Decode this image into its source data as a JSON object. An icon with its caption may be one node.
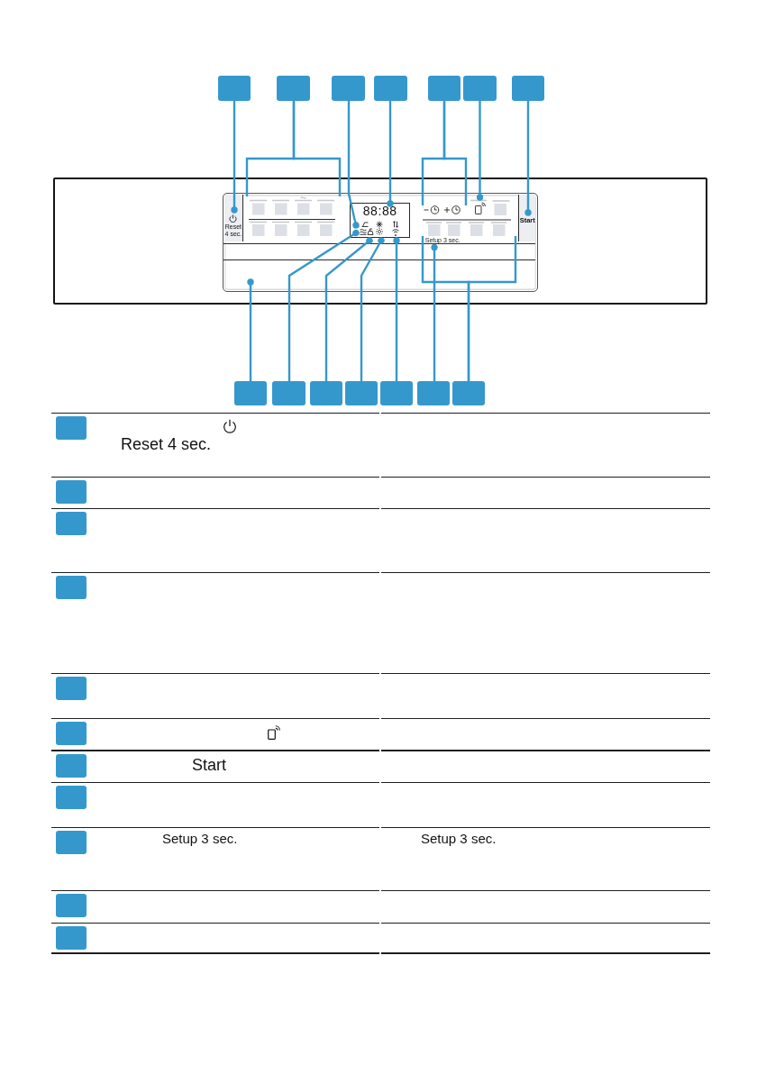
{
  "diagram": {
    "nodes": [
      {
        "text": [],
        "shape": "box"
      },
      {
        "text": [],
        "shape": "box"
      },
      {
        "text": [],
        "shape": "box"
      },
      {
        "text": [],
        "shape": "box"
      },
      {
        "text": [],
        "shape": "box"
      },
      {
        "text": [],
        "shape": "box"
      },
      {
        "text": [],
        "shape": "box"
      },
      {
        "text": [],
        "shape": "box"
      },
      {
        "text": [],
        "shape": "box"
      },
      {
        "text": [],
        "shape": "box"
      },
      {
        "text": [],
        "shape": "box"
      },
      {
        "text": [],
        "shape": "box"
      },
      {
        "text": [],
        "shape": "box"
      },
      {
        "text": [],
        "shape": "box"
      },
      {
        "text": [],
        "shape": "box"
      },
      {
        "text": [],
        "shape": "box"
      },
      {
        "text": [],
        "shape": "box"
      },
      {
        "text": [],
        "shape": "box"
      },
      {
        "text": [],
        "shape": "box"
      },
      {
        "text": [],
        "shape": "box"
      },
      {
        "text": [],
        "shape": "box"
      },
      {
        "text": [],
        "shape": "box"
      },
      {
        "text": [],
        "shape": "box"
      },
      {
        "text": [],
        "shape": "box"
      },
      {
        "text": [],
        "shape": "box"
      },
      {
        "text": [],
        "shape": "box"
      },
      {
        "text": [],
        "shape": "box",
        "in": 25
      },
      {
        "text": [
          "Reset 4 sec."
        ],
        "in": 26
      },
      {
        "text": [],
        "shape": "box",
        "in": 26
      },
      {
        "text": [
          "88:88"
        ],
        "in": 26
      },
      {
        "text": [],
        "shape": "picture",
        "in": 26
      },
      {
        "text": [],
        "shape": "picture",
        "in": 26
      },
      {
        "text": [
          "Start"
        ],
        "in": 26
      },
      {
        "text": [],
        "shape": "box",
        "in": 26
      },
      {
        "text": [
          "Setup 3 sec."
        ],
        "in": 26
      }
    ],
    "edges": [
      {
        "from": 0,
        "to": 27,
        "arrow": "other"
      },
      {
        "from": 1,
        "to": 28,
        "arrow": "none"
      },
      {
        "from": 1,
        "to": 28,
        "arrow": "none"
      },
      {
        "from": 2,
        "to": 29,
        "arrow": "other"
      },
      {
        "from": 3,
        "to": 29,
        "arrow": "other"
      },
      {
        "from": 4,
        "to": 30,
        "arrow": "none"
      },
      {
        "from": 4,
        "to": 30,
        "arrow": "none"
      },
      {
        "from": 5,
        "to": 31,
        "arrow": "other"
      },
      {
        "from": 6,
        "to": 32,
        "arrow": "other"
      },
      {
        "from": 7,
        "to": 26,
        "arrow": "other"
      },
      {
        "from": 8,
        "to": 29,
        "arrow": "other"
      },
      {
        "from": 9,
        "to": 29,
        "arrow": "other"
      },
      {
        "from": 10,
        "to": 29,
        "arrow": "other"
      },
      {
        "from": 11,
        "to": 29,
        "arrow": "other"
      },
      {
        "from": 12,
        "to": 34,
        "arrow": "other"
      },
      {
        "from": 13,
        "to": 33,
        "arrow": "none"
      },
      {
        "from": 13,
        "to": 33,
        "arrow": "none"
      }
    ],
    "labels": [
      "Reset 4 sec.",
      "Start",
      "Setup 3 sec.",
      "Setup 3 sec."
    ]
  }
}
